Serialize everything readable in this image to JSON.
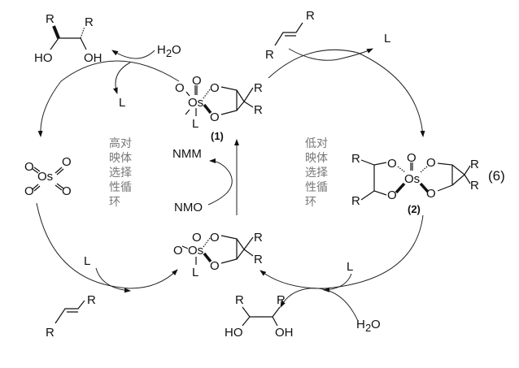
{
  "equation_number": "(6)",
  "top_diol": {
    "r1": "R",
    "r2": "R",
    "ho": "HO",
    "oh": "OH"
  },
  "top_water": {
    "h": "H",
    "sub": "2",
    "o": "O"
  },
  "top_left_L": "L",
  "complex1": {
    "o1": "O",
    "o2": "O",
    "os": "Os",
    "o3": "O",
    "o4": "O",
    "r1": "R",
    "r2": "R",
    "l": "L",
    "label": "(1)"
  },
  "top_alkene": {
    "r1": "R",
    "r2": "R"
  },
  "top_right_L": "L",
  "oso4": {
    "o1": "O",
    "o2": "O",
    "os": "Os",
    "o3": "O",
    "o4": "O"
  },
  "high_cycle": [
    "高对",
    "映体",
    "选择",
    "性循",
    "环"
  ],
  "low_cycle": [
    "低对",
    "映体",
    "选择",
    "性循",
    "环"
  ],
  "nmm": "NMM",
  "nmo": "NMO",
  "complex_bottom": {
    "o1": "O",
    "os": "Os",
    "o3": "O",
    "o4": "O",
    "r1": "R",
    "r2": "R",
    "l": "L"
  },
  "complex2": {
    "r1": "R",
    "r2": "R",
    "o1": "O",
    "o2": "O",
    "oa": "O",
    "os": "Os",
    "o3": "O",
    "o4": "O",
    "r3": "R",
    "r4": "R",
    "label": "(2)"
  },
  "bottom_left_L": "L",
  "bottom_alkene": {
    "r1": "R",
    "r2": "R"
  },
  "bottom_diol": {
    "r1": "R",
    "r2": "R",
    "ho": "HO",
    "oh": "OH"
  },
  "bottom_right_L": "L",
  "bottom_water": {
    "h": "H",
    "sub": "2",
    "o": "O"
  }
}
